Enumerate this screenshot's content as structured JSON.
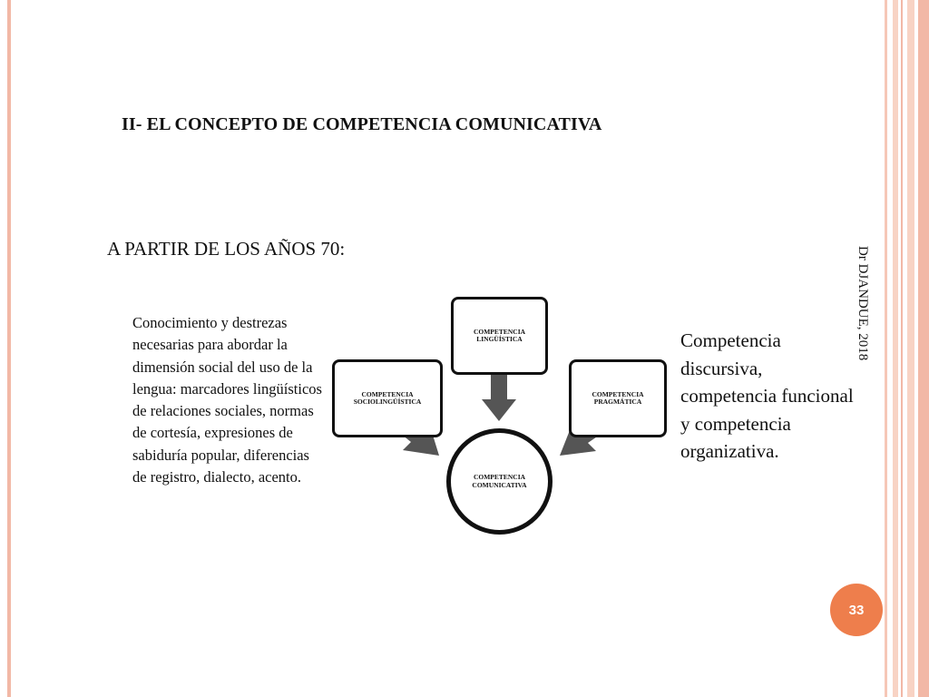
{
  "slide": {
    "title": "II- EL CONCEPTO DE COMPETENCIA COMUNICATIVA",
    "subtitle": "A PARTIR DE LOS AÑOS 70:",
    "left_text": "Conocimiento y destrezas necesarias para abordar la dimensión social del uso de la lengua: marcadores lingüísticos de relaciones sociales, normas de cortesía, expresiones de sabiduría popular, diferencias de registro, dialecto, acento.",
    "right_text": "Competencia discursiva, competencia funcional y competencia organizativa.",
    "vertical_author": "Dr DJANDUE, 2018",
    "page_number": "33"
  },
  "diagram": {
    "center": "COMPETENCIA COMUNICATIVA",
    "top": "COMPETENCIA LINGÜÍSTICA",
    "left": "COMPETENCIA SOCIOLINGÜÍSTICA",
    "right": "COMPETENCIA PRAGMÁTICA"
  },
  "colors": {
    "accent_orange": "#ee7e4c",
    "border_pink": "#f2b8a6",
    "arrow_gray": "#555555"
  }
}
